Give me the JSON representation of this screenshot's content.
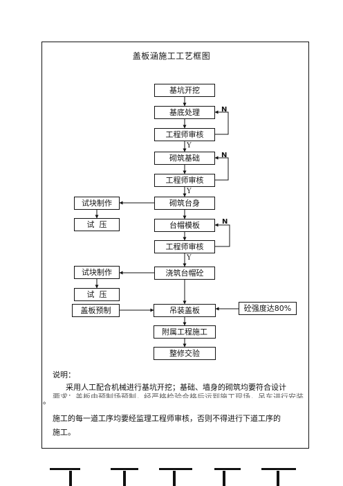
{
  "title": "盖板涵施工工艺框图",
  "boxes": {
    "excavation": "基坑开挖",
    "base_treatment": "基底处理",
    "engineer_review_1": "工程师审核",
    "masonry_foundation": "砌筑基础",
    "engineer_review_2": "工程师审核",
    "masonry_abutment": "砌筑台身",
    "cap_formwork": "台帽模板",
    "engineer_review_3": "工程师审核",
    "pour_cap_concrete": "浇筑台帽砼",
    "hoist_slab": "吊装盖板",
    "auxiliary_works": "附属工程施工",
    "finishing_acceptance": "整修交验",
    "test_block_1": "试块制作",
    "pressure_test_1": "试  压",
    "test_block_2": "试块制作",
    "pressure_test_2": "试  压",
    "slab_prefab": "盖板预制",
    "strength_condition": "砼强度达80%"
  },
  "flow_labels": {
    "no": "N",
    "yes": "Y"
  },
  "notes": {
    "heading": "说明：",
    "line1": "采用人工配合机械进行基坑开挖；基础、墙身的砌筑均要符合设计",
    "line2": "要求；盖板由预制场预制，经严格检验合格后运到施工现场，吊车进行安装",
    "line2_tail": "。",
    "line3": "施工的每一道工序均要经监理工程师审核，否则不得进行下道工序的",
    "line4": "施工。"
  }
}
